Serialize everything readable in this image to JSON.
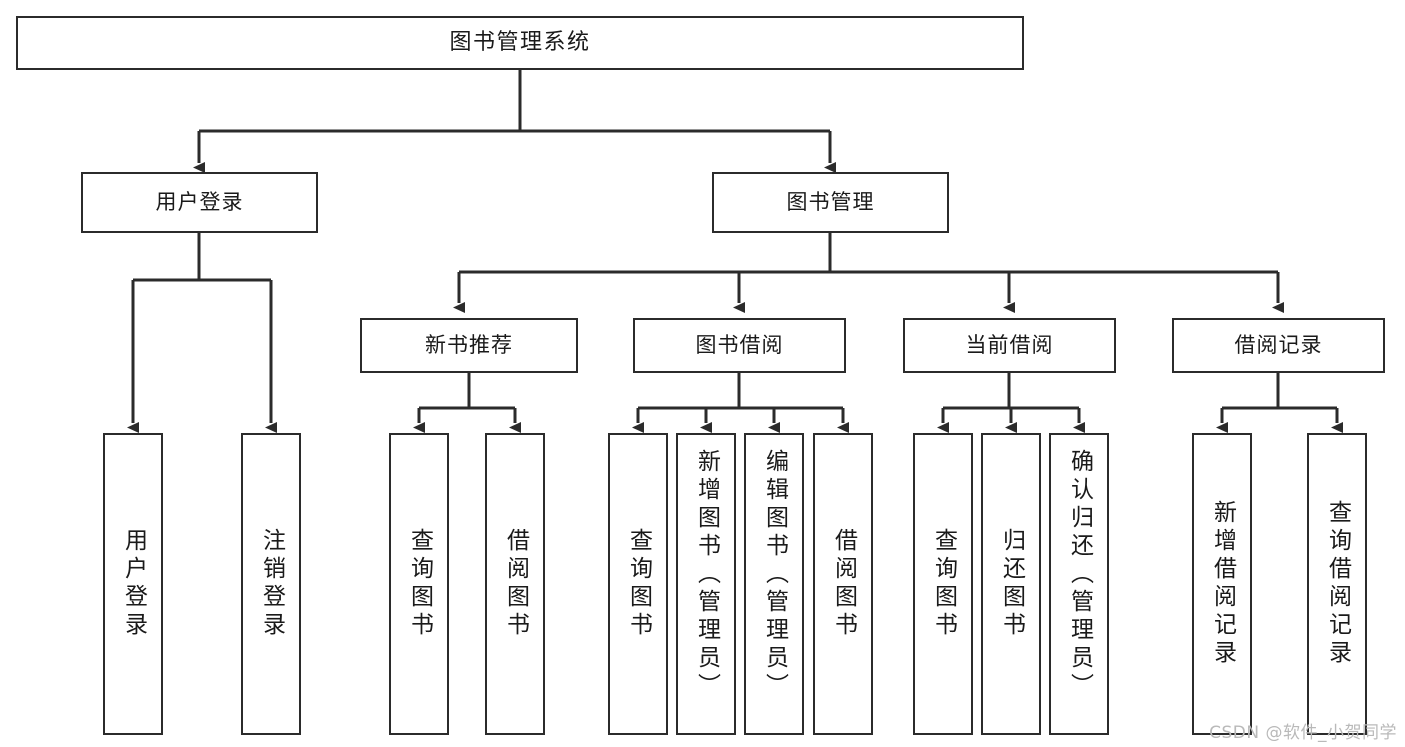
{
  "diagram": {
    "type": "tree-hierarchy-chart",
    "title": "图书管理系统",
    "nodes": {
      "root": {
        "label": "图书管理系统"
      },
      "level1": [
        {
          "id": "user-login",
          "label": "用户登录"
        },
        {
          "id": "book-manage",
          "label": "图书管理"
        }
      ],
      "level2": [
        {
          "id": "new-book-recommend",
          "label": "新书推荐"
        },
        {
          "id": "book-borrow",
          "label": "图书借阅"
        },
        {
          "id": "current-borrow",
          "label": "当前借阅"
        },
        {
          "id": "borrow-record",
          "label": "借阅记录"
        }
      ],
      "leaves": {
        "user_login": [
          {
            "id": "leaf-user-login",
            "label": "用户登录"
          },
          {
            "id": "leaf-logout-login",
            "label": "注销登录"
          }
        ],
        "new_book_recommend": [
          {
            "id": "leaf-query-book-1",
            "label": "查询图书"
          },
          {
            "id": "leaf-borrow-book-1",
            "label": "借阅图书"
          }
        ],
        "book_borrow": [
          {
            "id": "leaf-query-book-2",
            "label": "查询图书"
          },
          {
            "id": "leaf-add-book",
            "label": "新增图书（管理员）"
          },
          {
            "id": "leaf-edit-book",
            "label": "编辑图书（管理员）"
          },
          {
            "id": "leaf-borrow-book-2",
            "label": "借阅图书"
          }
        ],
        "current_borrow": [
          {
            "id": "leaf-query-book-3",
            "label": "查询图书"
          },
          {
            "id": "leaf-return-book",
            "label": "归还图书"
          },
          {
            "id": "leaf-confirm-return",
            "label": "确认归还（管理员）"
          }
        ],
        "borrow_record": [
          {
            "id": "leaf-add-record",
            "label": "新增借阅记录"
          },
          {
            "id": "leaf-query-record",
            "label": "查询借阅记录"
          }
        ]
      }
    },
    "colors": {
      "border": "#2b2b2b",
      "background": "#ffffff",
      "text": "#1a1a1a",
      "watermark": "#b9b9b9"
    }
  },
  "watermark": {
    "text": "CSDN @软件_小贺同学"
  }
}
